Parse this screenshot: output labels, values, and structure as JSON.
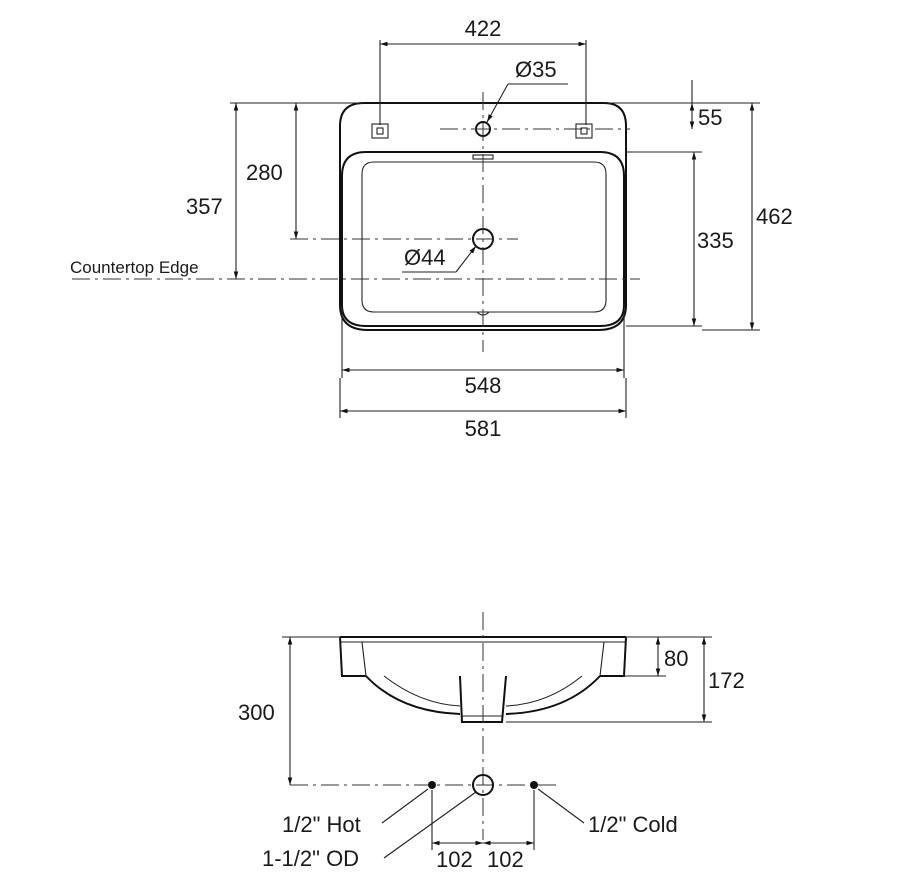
{
  "top_view": {
    "dimensions": {
      "fixing_hole_span": "422",
      "tap_hole_diameter": "Ø35",
      "tap_hole_offset": "55",
      "center_distance": "280",
      "countertop_distance": "357",
      "bowl_depth": "335",
      "overall_depth": "462",
      "drain_diameter": "Ø44",
      "bowl_width": "548",
      "overall_width": "581"
    },
    "labels": {
      "countertop_edge": "Countertop Edge"
    }
  },
  "side_view": {
    "dimensions": {
      "rim_height": "80",
      "basin_height": "172",
      "supply_height": "300",
      "hot_spacing": "102",
      "cold_spacing": "102"
    },
    "labels": {
      "hot": "1/2\" Hot",
      "cold": "1/2\" Cold",
      "waste": "1-1/2\" OD"
    }
  }
}
